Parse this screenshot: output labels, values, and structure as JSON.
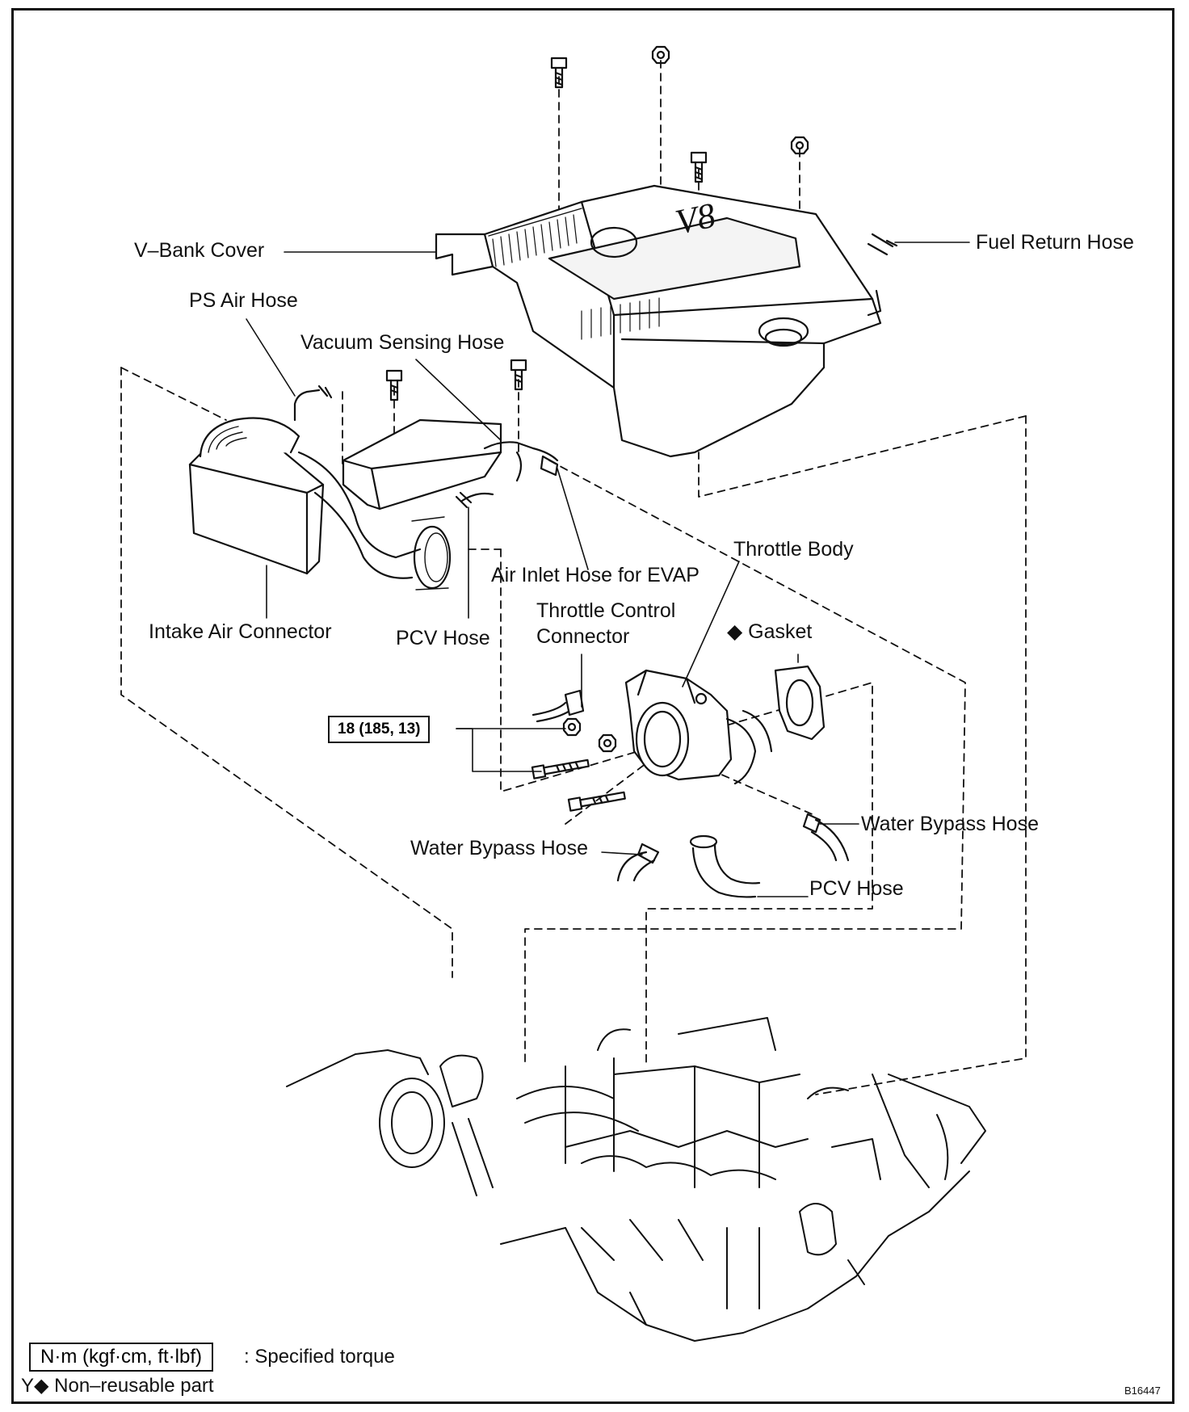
{
  "labels": {
    "v_bank_cover": "V–Bank Cover",
    "fuel_return_hose": "Fuel Return Hose",
    "ps_air_hose": "PS Air Hose",
    "vacuum_sensing_hose": "Vacuum Sensing Hose",
    "air_inlet_hose_evap": "Air Inlet Hose for EVAP",
    "throttle_body": "Throttle Body",
    "intake_air_connector": "Intake Air Connector",
    "pcv_hose_upper": "PCV Hose",
    "throttle_control_connector_line1": "Throttle Control",
    "throttle_control_connector_line2": "Connector",
    "gasket": "◆ Gasket",
    "water_bypass_hose_right": "Water Bypass Hose",
    "water_bypass_hose_left": "Water Bypass Hose",
    "pcv_hose_lower": "PCV Hose"
  },
  "torque": "18 (185, 13)",
  "legend": {
    "unit_box": "N·m (kgf·cm, ft·lbf)",
    "unit_desc": ": Specified torque",
    "nonreusable": "Y◆ Non–reusable part"
  },
  "figure_code": "B16447"
}
